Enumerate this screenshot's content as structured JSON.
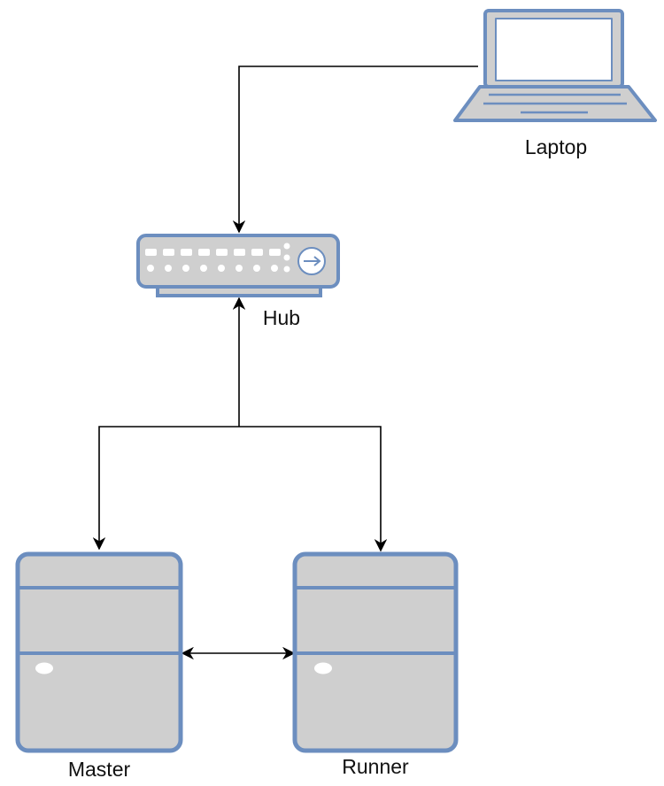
{
  "nodes": {
    "laptop": {
      "label": "Laptop",
      "icon": "laptop-icon"
    },
    "hub": {
      "label": "Hub",
      "icon": "network-hub-icon"
    },
    "master": {
      "label": "Master",
      "icon": "server-tower-icon"
    },
    "runner": {
      "label": "Runner",
      "icon": "server-tower-icon"
    }
  },
  "edges": [
    {
      "from": "laptop",
      "to": "hub",
      "arrow": "end"
    },
    {
      "from": "hub",
      "to": "master",
      "arrow": "both"
    },
    {
      "from": "hub",
      "to": "runner",
      "arrow": "both"
    },
    {
      "from": "master",
      "to": "runner",
      "arrow": "both"
    }
  ],
  "colors": {
    "device_fill": "#cfcfcf",
    "device_stroke": "#6c8ebf",
    "device_light": "#ffffff",
    "line": "#000000"
  }
}
